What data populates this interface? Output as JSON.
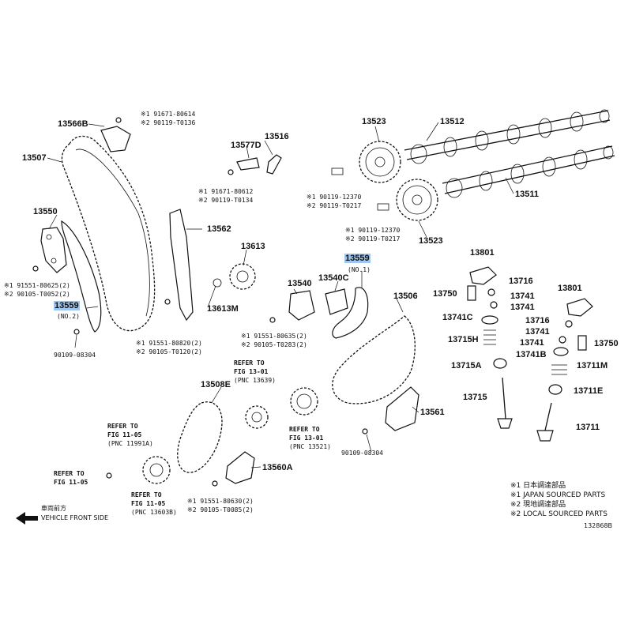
{
  "labels": {
    "p13566B": "13566B",
    "p13507": "13507",
    "p13550": "13550",
    "p13559_no2": "13559",
    "no2": "(NO.2)",
    "p90109_08304_a": "90109-08304",
    "p13577D": "13577D",
    "p13516": "13516",
    "p13562": "13562",
    "p13613": "13613",
    "p13613M": "13613M",
    "p13523_top": "13523",
    "p13512": "13512",
    "p13511": "13511",
    "p13523_bottom": "13523",
    "p13559_no1": "13559",
    "no1": "(NO.1)",
    "p13540": "13540",
    "p13540C": "13540C",
    "p13506": "13506",
    "p13801_a": "13801",
    "p13716_a": "13716",
    "p13750_a": "13750",
    "p13741_a": "13741",
    "p13741_b": "13741",
    "p13741C": "13741C",
    "p13715H": "13715H",
    "p13715A": "13715A",
    "p13715": "13715",
    "p13801_b": "13801",
    "p13716_b": "13716",
    "p13741_c": "13741",
    "p13741_d": "13741",
    "p13750_b": "13750",
    "p13741B": "13741B",
    "p13711M": "13711M",
    "p13711E": "13711E",
    "p13711": "13711",
    "p13561": "13561",
    "p90109_08304_b": "90109-08304",
    "p13508E": "13508E",
    "p13560A": "13560A"
  },
  "small_text": {
    "b91671_80614": "※1 91671-80614",
    "b90119_T0136": "※2 90119-T0136",
    "b91671_80612": "※1 91671-80612",
    "b90119_T0134": "※2 90119-T0134",
    "b90119_12370_a": "※1 90119-12370",
    "b90119_T0217_a": "※2 90119-T0217",
    "b90119_12370_b": "※1 90119-12370",
    "b90119_T0217_b": "※2 90119-T0217",
    "b91551_80625": "※1 91551-80625(2)",
    "b90105_T0052": "※2 90105-T0052(2)",
    "b91551_80820": "※1 91551-80820(2)",
    "b90105_T0120": "※2 90105-T0120(2)",
    "b91551_80635": "※1 91551-80635(2)",
    "b90105_T0283": "※2 90105-T0283(2)",
    "b91551_80630": "※1 91551-80630(2)",
    "b90105_T0085": "※2 90105-T0085(2)",
    "ref_1301_a_1": "REFER TO",
    "ref_1301_a_2": "FIG 13-01",
    "ref_1301_a_3": "(PNC 13639)",
    "ref_1301_b_1": "REFER TO",
    "ref_1301_b_2": "FIG 13-01",
    "ref_1301_b_3": "(PNC 13521)",
    "ref_1105_a_1": "REFER TO",
    "ref_1105_a_2": "FIG 11-05",
    "ref_1105_a_3": "(PNC 11991A)",
    "ref_1105_b_1": "REFER TO",
    "ref_1105_b_2": "FIG 11-05",
    "ref_1105_c_1": "REFER TO",
    "ref_1105_c_2": "FIG 11-05",
    "ref_1105_c_3": "(PNC 13603B)"
  },
  "front": {
    "jp": "車両前方",
    "en": "VEHICLE FRONT SIDE"
  },
  "legend": [
    "※1 日本調達部品",
    "※1 JAPAN SOURCED PARTS",
    "※2 現地調達部品",
    "※2 LOCAL SOURCED PARTS"
  ],
  "figure_code": "132868B",
  "colors": {
    "highlight": "#9fc6f0",
    "ink": "#111111"
  }
}
